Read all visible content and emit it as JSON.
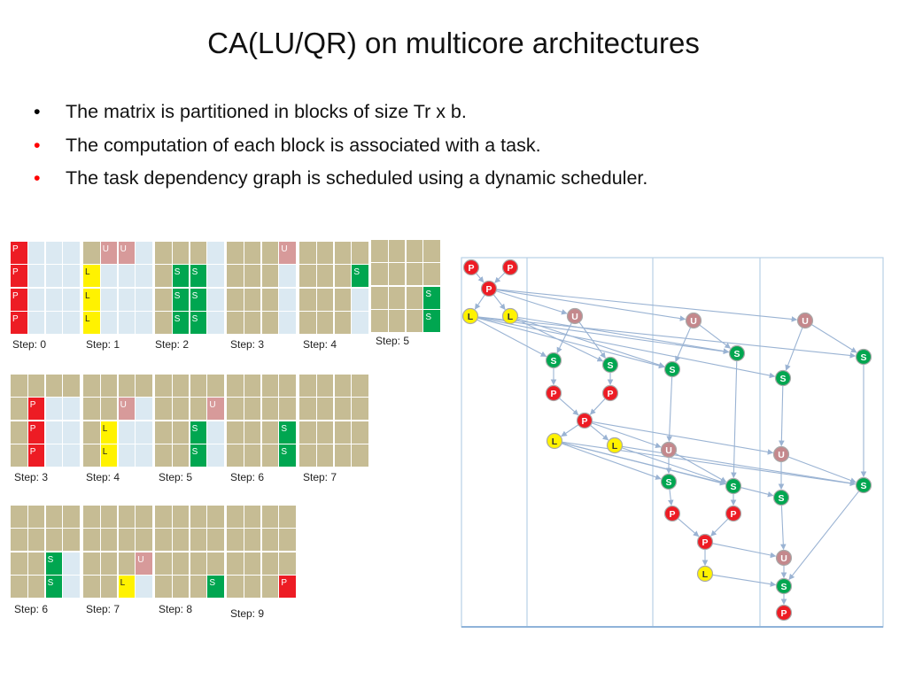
{
  "title": "CA(LU/QR) on multicore architectures",
  "bullets": [
    {
      "bullet": "•",
      "text": "The matrix is partitioned in blocks of size Tr x b.",
      "color": "#000000"
    },
    {
      "bullet": "•",
      "text": "The computation of each block is associated with a task.",
      "color": "#ff0000"
    },
    {
      "bullet": "•",
      "text": "The task dependency graph is scheduled using a dynamic scheduler.",
      "color": "#ff0000"
    }
  ],
  "steps": [
    {
      "label": "Step: 0",
      "cells": [
        "P",
        "l",
        "l",
        "l",
        "P",
        "l",
        "l",
        "l",
        "P",
        "l",
        "l",
        "l",
        "P",
        "l",
        "l",
        "l"
      ]
    },
    {
      "label": "Step: 1",
      "cells": [
        "t",
        "U",
        "U",
        "l",
        "L",
        "l",
        "l",
        "l",
        "L",
        "l",
        "l",
        "l",
        "L",
        "l",
        "l",
        "l"
      ]
    },
    {
      "label": "Step: 2",
      "cells": [
        "t",
        "t",
        "t",
        "l",
        "t",
        "S",
        "S",
        "l",
        "t",
        "S",
        "S",
        "l",
        "t",
        "S",
        "S",
        "l"
      ]
    },
    {
      "label": "Step: 3",
      "cells": [
        "t",
        "t",
        "t",
        "U",
        "t",
        "t",
        "t",
        "l",
        "t",
        "t",
        "t",
        "l",
        "t",
        "t",
        "t",
        "l"
      ]
    },
    {
      "label": "Step: 4",
      "cells": [
        "t",
        "t",
        "t",
        "t",
        "t",
        "t",
        "t",
        "S",
        "t",
        "t",
        "t",
        "l",
        "t",
        "t",
        "t",
        "l"
      ]
    },
    {
      "label": "Step: 5",
      "cells": [
        "t",
        "t",
        "t",
        "t",
        "t",
        "t",
        "t",
        "t",
        "t",
        "t",
        "t",
        "S",
        "t",
        "t",
        "t",
        "S"
      ]
    },
    {
      "label": "Step: 3",
      "cells": [
        "t",
        "t",
        "t",
        "t",
        "t",
        "P",
        "l",
        "l",
        "t",
        "P",
        "l",
        "l",
        "t",
        "P",
        "l",
        "l"
      ]
    },
    {
      "label": "Step: 4",
      "cells": [
        "t",
        "t",
        "t",
        "t",
        "t",
        "t",
        "U",
        "l",
        "t",
        "L",
        "l",
        "l",
        "t",
        "L",
        "l",
        "l"
      ]
    },
    {
      "label": "Step: 5",
      "cells": [
        "t",
        "t",
        "t",
        "t",
        "t",
        "t",
        "t",
        "U",
        "t",
        "t",
        "S",
        "l",
        "t",
        "t",
        "S",
        "l"
      ]
    },
    {
      "label": "Step: 6",
      "cells": [
        "t",
        "t",
        "t",
        "t",
        "t",
        "t",
        "t",
        "t",
        "t",
        "t",
        "t",
        "S",
        "t",
        "t",
        "t",
        "S"
      ]
    },
    {
      "label": "Step: 7",
      "cells": [
        "t",
        "t",
        "t",
        "t",
        "t",
        "t",
        "t",
        "t",
        "t",
        "t",
        "t",
        "t",
        "t",
        "t",
        "t",
        "t"
      ]
    },
    {
      "label": "Step: 6",
      "cells": [
        "t",
        "t",
        "t",
        "t",
        "t",
        "t",
        "t",
        "t",
        "t",
        "t",
        "S",
        "l",
        "t",
        "t",
        "S",
        "l"
      ]
    },
    {
      "label": "Step: 7",
      "cells": [
        "t",
        "t",
        "t",
        "t",
        "t",
        "t",
        "t",
        "t",
        "t",
        "t",
        "t",
        "U",
        "t",
        "t",
        "L",
        "l"
      ]
    },
    {
      "label": "Step: 8",
      "cells": [
        "t",
        "t",
        "t",
        "t",
        "t",
        "t",
        "t",
        "t",
        "t",
        "t",
        "t",
        "t",
        "t",
        "t",
        "t",
        "S"
      ]
    },
    {
      "label": "Step: 9",
      "cells": [
        "t",
        "t",
        "t",
        "t",
        "t",
        "t",
        "t",
        "t",
        "t",
        "t",
        "t",
        "t",
        "t",
        "t",
        "t",
        "P"
      ]
    }
  ],
  "graph": {
    "nodes": [
      {
        "id": "p1",
        "type": "P"
      },
      {
        "id": "p2",
        "type": "P"
      },
      {
        "id": "p3",
        "type": "P"
      },
      {
        "id": "l1",
        "type": "L"
      },
      {
        "id": "l2",
        "type": "L"
      },
      {
        "id": "u1",
        "type": "U"
      },
      {
        "id": "u2",
        "type": "U"
      },
      {
        "id": "u3",
        "type": "U"
      },
      {
        "id": "s1",
        "type": "S"
      },
      {
        "id": "s2",
        "type": "S"
      },
      {
        "id": "s3",
        "type": "S"
      },
      {
        "id": "s4",
        "type": "S"
      },
      {
        "id": "s5",
        "type": "S"
      },
      {
        "id": "s6",
        "type": "S"
      },
      {
        "id": "p4",
        "type": "P"
      },
      {
        "id": "p5",
        "type": "P"
      },
      {
        "id": "p6",
        "type": "P"
      },
      {
        "id": "l3",
        "type": "L"
      },
      {
        "id": "l4",
        "type": "L"
      },
      {
        "id": "u4",
        "type": "U"
      },
      {
        "id": "u5",
        "type": "U"
      },
      {
        "id": "s7",
        "type": "S"
      },
      {
        "id": "s8",
        "type": "S"
      },
      {
        "id": "s9",
        "type": "S"
      },
      {
        "id": "s10",
        "type": "S"
      },
      {
        "id": "p7",
        "type": "P"
      },
      {
        "id": "p8",
        "type": "P"
      },
      {
        "id": "p9",
        "type": "P"
      },
      {
        "id": "u6",
        "type": "U"
      },
      {
        "id": "l5",
        "type": "L"
      },
      {
        "id": "s11",
        "type": "S"
      },
      {
        "id": "p10",
        "type": "P"
      }
    ],
    "edges": [
      [
        "p1",
        "p3"
      ],
      [
        "p2",
        "p3"
      ],
      [
        "p3",
        "l1"
      ],
      [
        "p3",
        "l2"
      ],
      [
        "p3",
        "u1"
      ],
      [
        "p3",
        "u2"
      ],
      [
        "p3",
        "u3"
      ],
      [
        "l1",
        "s1"
      ],
      [
        "l1",
        "s3"
      ],
      [
        "l1",
        "s4"
      ],
      [
        "l1",
        "s5"
      ],
      [
        "l1",
        "s6"
      ],
      [
        "l2",
        "s2"
      ],
      [
        "l2",
        "s3"
      ],
      [
        "l2",
        "s4"
      ],
      [
        "u1",
        "s1"
      ],
      [
        "u1",
        "s2"
      ],
      [
        "u2",
        "s3"
      ],
      [
        "u2",
        "s4"
      ],
      [
        "u3",
        "s5"
      ],
      [
        "u3",
        "s6"
      ],
      [
        "s1",
        "p4"
      ],
      [
        "s2",
        "p5"
      ],
      [
        "p4",
        "p6"
      ],
      [
        "p5",
        "p6"
      ],
      [
        "p6",
        "l3"
      ],
      [
        "p6",
        "l4"
      ],
      [
        "p6",
        "u4"
      ],
      [
        "p6",
        "u5"
      ],
      [
        "s3",
        "u4"
      ],
      [
        "s4",
        "s8"
      ],
      [
        "s5",
        "u5"
      ],
      [
        "s6",
        "s10"
      ],
      [
        "l3",
        "s7"
      ],
      [
        "l3",
        "s8"
      ],
      [
        "l3",
        "s9"
      ],
      [
        "l3",
        "s10"
      ],
      [
        "l4",
        "s8"
      ],
      [
        "l4",
        "s10"
      ],
      [
        "u4",
        "s7"
      ],
      [
        "u4",
        "s8"
      ],
      [
        "u5",
        "s9"
      ],
      [
        "u5",
        "s10"
      ],
      [
        "s7",
        "p7"
      ],
      [
        "s8",
        "p8"
      ],
      [
        "p7",
        "p9"
      ],
      [
        "p8",
        "p9"
      ],
      [
        "p9",
        "l5"
      ],
      [
        "p9",
        "u6"
      ],
      [
        "s9",
        "u6"
      ],
      [
        "s10",
        "s11"
      ],
      [
        "u6",
        "s11"
      ],
      [
        "l5",
        "s11"
      ],
      [
        "s11",
        "p10"
      ]
    ]
  },
  "colors": {
    "P": "#ed1c24",
    "U": "#c4888c",
    "L": "#fff200",
    "S": "#00a650"
  }
}
